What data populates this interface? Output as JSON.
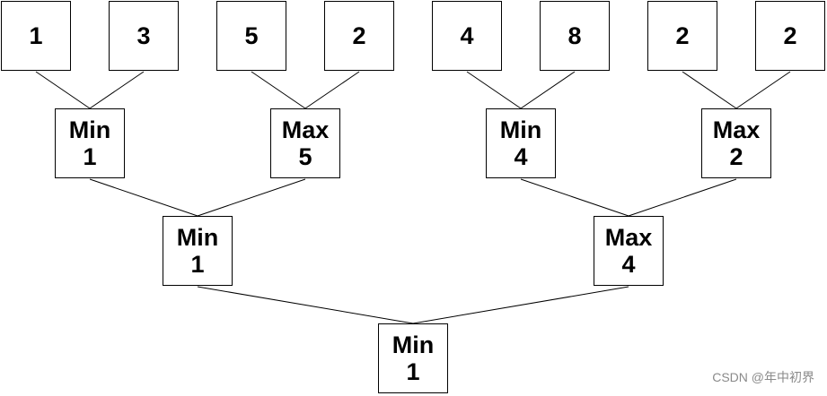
{
  "leaves": [
    "1",
    "3",
    "5",
    "2",
    "4",
    "8",
    "2",
    "2"
  ],
  "level1": [
    {
      "op": "Min",
      "value": "1"
    },
    {
      "op": "Max",
      "value": "5"
    },
    {
      "op": "Min",
      "value": "4"
    },
    {
      "op": "Max",
      "value": "2"
    }
  ],
  "level2": [
    {
      "op": "Min",
      "value": "1"
    },
    {
      "op": "Max",
      "value": "4"
    }
  ],
  "root": {
    "op": "Min",
    "value": "1"
  },
  "watermark": "CSDN @年中初界"
}
